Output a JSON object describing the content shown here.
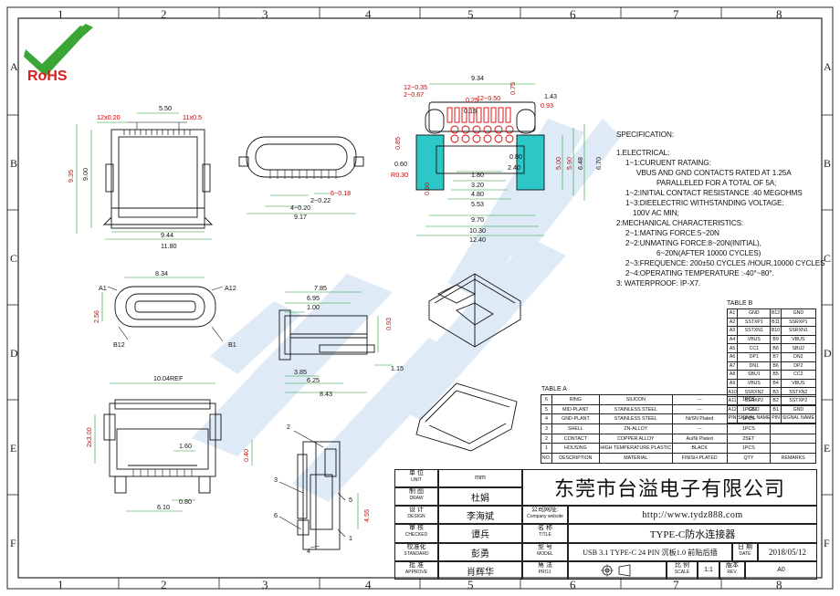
{
  "grid": {
    "cols": [
      "1",
      "2",
      "3",
      "4",
      "5",
      "6",
      "7",
      "8"
    ],
    "rows": [
      "A",
      "B",
      "C",
      "D",
      "E",
      "F"
    ]
  },
  "logo": {
    "text": "RoHS",
    "colors": {
      "green": "#3aa636",
      "red": "#d42020"
    }
  },
  "dims": {
    "front_top": [
      "5.50",
      "12x0.20",
      "11x0.5"
    ],
    "front_left": [
      "9.35",
      "9.00"
    ],
    "front_bottom": [
      "9.44",
      "11.80"
    ],
    "side_view": [
      "2~0.22",
      "6~0.18",
      "4~0.20",
      "9.17"
    ],
    "footprint": [
      "9.34",
      "12~0.35",
      "2~0.67",
      "0.25",
      "0.15",
      "12~0.50",
      "0.75",
      "1.43",
      "0.93",
      "0.85",
      "0.60",
      "R0.30",
      "0.60",
      "1.80",
      "3.20",
      "4.80",
      "5.53",
      "9.70",
      "10.30",
      "12.40",
      "0.80",
      "2.40",
      "5.00",
      "5.90",
      "6.48",
      "6.70"
    ],
    "end_view": [
      "8.34",
      "2.56",
      "A1",
      "A12",
      "B12",
      "B1"
    ],
    "section": [
      "7.85",
      "6.95",
      "1.00",
      "0.93",
      "3.85",
      "6.25",
      "8.43",
      "1.15"
    ],
    "mount": [
      "10.04REF",
      "2x3.00",
      "1.60",
      "0.40",
      "0.80",
      "6.10"
    ],
    "side_parts": [
      "1",
      "2",
      "3",
      "4",
      "5",
      "6",
      "4.55"
    ]
  },
  "spec": {
    "title": "SPECIFICATION:",
    "lines": [
      "1.ELECTRICAL:",
      "1~1:CURUENT RATAING:",
      "VBUS AND GND CONTACTS RATED AT 1.25A",
      "PARALLELED FOR A TOTAL OF 5A;",
      "1~2:INITIAL CONTACT RESISTANCE :40 MEGOHMS",
      "1~3:DIEELECTRIC WITHSTANDING VOLTAGE:",
      "100V AC MIN;",
      "2:MECHANICAL CHARACTERISTICS:",
      "2~1:MATING FORCE:5~20N",
      "2~2:UNMATING FORCE:8~20N(INITIAL),",
      "6~20N(AFTER 10000 CYCLES)",
      "2~3:FREQUENCE: 200±50 CYCLES /HOUR,10000 CYCLES",
      "2~4:OPERATING TEMPERATURE :-40°~80°.",
      "3: WATERPROOF: IP-X7."
    ]
  },
  "table_b": {
    "caption": "TABLE B",
    "header": [
      "A1",
      "GND",
      "B12",
      "GND"
    ],
    "rows": [
      [
        "A2",
        "SSTXP1",
        "B11",
        "SSRXP1"
      ],
      [
        "A3",
        "SSTXN1",
        "B10",
        "SSRXN1"
      ],
      [
        "A4",
        "VBUS",
        "B9",
        "VBUS"
      ],
      [
        "A5",
        "CC1",
        "B8",
        "SBU2"
      ],
      [
        "A6",
        "DP1",
        "B7",
        "DN2"
      ],
      [
        "A7",
        "DN1",
        "B6",
        "DP2"
      ],
      [
        "A8",
        "SBU1",
        "B5",
        "CC2"
      ],
      [
        "A9",
        "VBUS",
        "B4",
        "VBUS"
      ],
      [
        "A10",
        "SSRXN2",
        "B3",
        "SSTXN2"
      ],
      [
        "A11",
        "SSRXP2",
        "B2",
        "SSTXP2"
      ],
      [
        "A12",
        "GND",
        "B1",
        "GND"
      ]
    ],
    "footer": [
      "PIN",
      "SIGNAL NAME",
      "PIN",
      "SIGNAL NAME"
    ]
  },
  "table_a": {
    "caption": "TABLE A",
    "rows": [
      [
        "6",
        "RING",
        "SILICON",
        "---",
        "1PCS",
        ""
      ],
      [
        "5",
        "MID-PLANT",
        "STAINLESS STEEL",
        "---",
        "1PCS",
        ""
      ],
      [
        "4",
        "GND-PLANT",
        "STAINLESS STEEL",
        "Ni/SN Plated",
        "1PCS",
        ""
      ],
      [
        "3",
        "SHELL",
        "ZN-ALLOY",
        "---",
        "1PCS",
        ""
      ],
      [
        "2",
        "CONTACT",
        "COPPER ALLOY",
        "Au/Ni Plated",
        "25ET",
        ""
      ],
      [
        "1",
        "HOUSING",
        "HIGH TEMPERATURE PLASTIC",
        "BLACK",
        "1PCS",
        ""
      ]
    ],
    "footer": [
      "NO.",
      "DESCRIPTION",
      "MATERIAL",
      "FINISH PLATED",
      "QTY",
      "REMARKS"
    ]
  },
  "title_block": {
    "unit_cn": "单 位",
    "unit_en": "UNIT",
    "unit_val": "mm",
    "draw_cn": "制 图",
    "draw_en": "DRAW",
    "draw_val": "杜娟",
    "design_cn": "设 计",
    "design_en": "DESIGN",
    "design_val": "李海斌",
    "check_cn": "审 核",
    "check_en": "CHECKED",
    "check_val": "谭兵",
    "std_cn": "校准化",
    "std_en": "STANDARD",
    "std_val": "彭勇",
    "approve_cn": "批 准",
    "approve_en": "APPROVE",
    "approve_val": "肖辉华",
    "company": "东莞市台溢电子有限公司",
    "website_cn": "公司网址:",
    "website_en": "Company website",
    "website_val": "http://www.tydz888.com",
    "title_cn": "名 称",
    "title_en": "TITLE",
    "title_val": "TYPE-C防水连接器",
    "model_cn": "型 号",
    "model_en": "MODEL",
    "model_val": "USB 3.1 TYPE-C  24 PIN 沉板1.0 前贴后插",
    "date_cn": "日 期",
    "date_en": "DATE",
    "date_val": "2018/05/12",
    "proj_cn": "角 法",
    "proj_en": "PROJ.",
    "scale_cn": "比 例",
    "scale_en": "SCALE",
    "scale_val": "1:1",
    "rev_cn": "版本",
    "rev_en": "REV.",
    "rev_val": "A0"
  }
}
